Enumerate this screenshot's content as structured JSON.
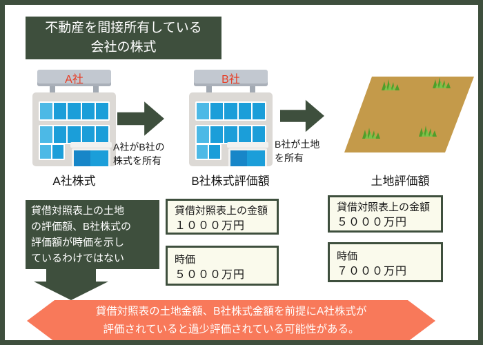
{
  "title": {
    "line1": "不動産を間接所有している",
    "line2": "会社の株式"
  },
  "buildings": {
    "a": {
      "sign": "A社",
      "caption": "A社株式"
    },
    "b": {
      "sign": "B社",
      "caption": "B社株式評価額"
    }
  },
  "land": {
    "caption": "土地評価額"
  },
  "arrows": {
    "a_to_b": {
      "line1": "A社がB社の",
      "line2": "株式を所有"
    },
    "b_to_land": {
      "line1": "B社が土地",
      "line2": "を所有"
    }
  },
  "note_box": {
    "line1": "貸借対照表上の土地",
    "line2": "の評価額、B社株式の",
    "line3": "評価額が時価を示し",
    "line4": "ているわけではない"
  },
  "valuation": {
    "b_shares": {
      "book": {
        "label": "貸借対照表上の金額",
        "value": "１０００万円"
      },
      "market": {
        "label": "時価",
        "value": "５０００万円"
      }
    },
    "land": {
      "book": {
        "label": "貸借対照表上の金額",
        "value": "５０００万円"
      },
      "market": {
        "label": "時価",
        "value": "７０００万円"
      }
    }
  },
  "conclusion": {
    "line1": "貸借対照表の土地金額、B社株式金額を前提にA社株式が",
    "line2": "評価されていると過少評価されている可能性がある。"
  },
  "colors": {
    "dark_green": "#3e4f3d",
    "cream_box_bg": "#fafaec",
    "salmon_banner": "#f8795a",
    "land_tan": "#c49a4a",
    "sign_text_red": "#e73b23",
    "window_blue": "#1b9ed9"
  }
}
